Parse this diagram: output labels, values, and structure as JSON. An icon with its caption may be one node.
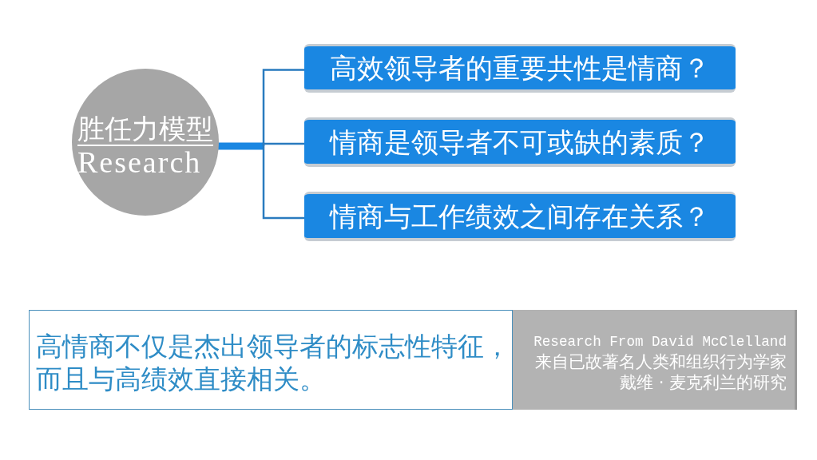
{
  "diagram": {
    "nodes": [
      {
        "text": [
          "胜任力模型",
          "Research"
        ]
      },
      {
        "text": [
          "高效领导者的重要共性是情商？"
        ]
      },
      {
        "text": [
          "情商是领导者不可或缺的素质？"
        ]
      },
      {
        "text": [
          "情商与工作绩效之间存在关系？"
        ]
      },
      {
        "text": [
          "高情商不仅是杰出领导者的标志性特征，而且与高绩效直接相关。"
        ]
      },
      {
        "text": [
          "Research From David McClelland",
          "来自已故著名人类和组织行为学家戴维 · 麦克利兰的研究"
        ]
      }
    ],
    "edges": [
      {
        "from": 0,
        "to": 1,
        "arrow": "none"
      },
      {
        "from": 0,
        "to": 2,
        "arrow": "none",
        "style": "thick"
      },
      {
        "from": 0,
        "to": 3,
        "arrow": "none"
      }
    ]
  }
}
